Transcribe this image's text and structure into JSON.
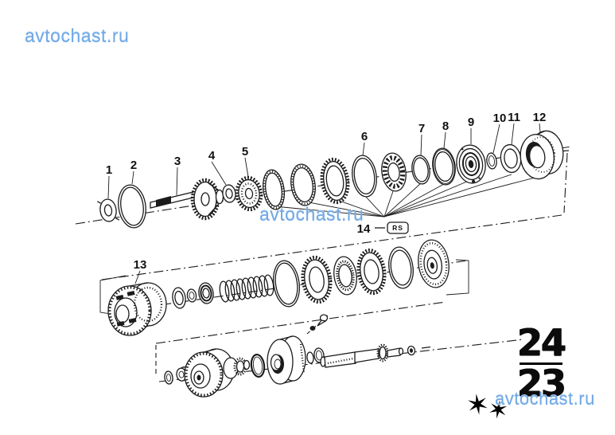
{
  "watermarks": {
    "top_left": "avtochast.ru",
    "center": "avtochast.ru",
    "bottom_right": "avtochast.ru"
  },
  "diagram": {
    "description": "Exploded parts diagram of automatic transmission planet wheel set / clutch assembly",
    "part_labels": [
      "1",
      "2",
      "3",
      "4",
      "5",
      "6",
      "7",
      "8",
      "9",
      "10",
      "11",
      "12",
      "13"
    ],
    "part14": {
      "label": "14",
      "badge": "RS"
    }
  },
  "page_fraction": {
    "numerator": "24",
    "denominator": "23"
  },
  "stars": [
    "✶",
    "✶"
  ],
  "colors": {
    "line": "#1b1b1b",
    "watermark_blue": "#72a9e5",
    "page_number_black": "#0c0c0c",
    "background": "#ffffff"
  }
}
